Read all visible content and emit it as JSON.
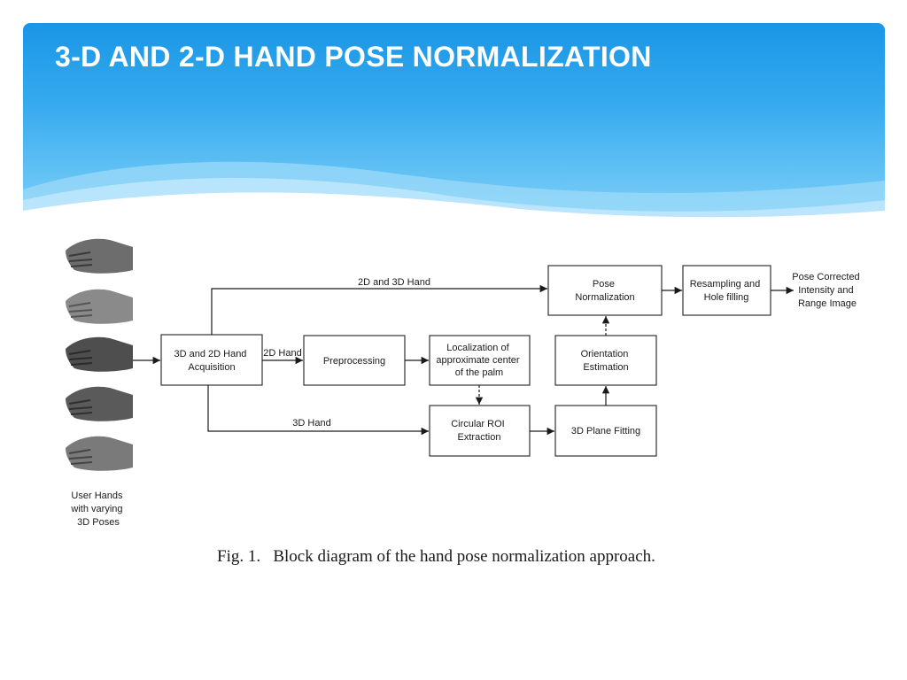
{
  "slide": {
    "title": "3-D AND 2-D HAND POSE NORMALIZATION",
    "accent_color": "#1a96e6"
  },
  "diagram": {
    "left_label": [
      "User Hands",
      "with varying",
      "3D Poses"
    ],
    "nodes": {
      "acquisition": [
        "3D and 2D Hand",
        "Acquisition"
      ],
      "preprocessing": [
        "Preprocessing"
      ],
      "localization": [
        "Localization of",
        "approximate center",
        "of the palm"
      ],
      "roi": [
        "Circular ROI",
        "Extraction"
      ],
      "plane": [
        "3D Plane Fitting"
      ],
      "orientation": [
        "Orientation",
        "Estimation"
      ],
      "pose": [
        "Pose",
        "Normalization"
      ],
      "resampling": [
        "Resampling and",
        "Hole filling"
      ]
    },
    "output_label": [
      "Pose Corrected",
      "Intensity and",
      "Range Image"
    ],
    "edge_labels": {
      "top": "2D and 3D  Hand",
      "mid": "2D Hand",
      "bottom": "3D Hand"
    },
    "caption": "Fig. 1.   Block diagram of the hand pose normalization approach."
  }
}
